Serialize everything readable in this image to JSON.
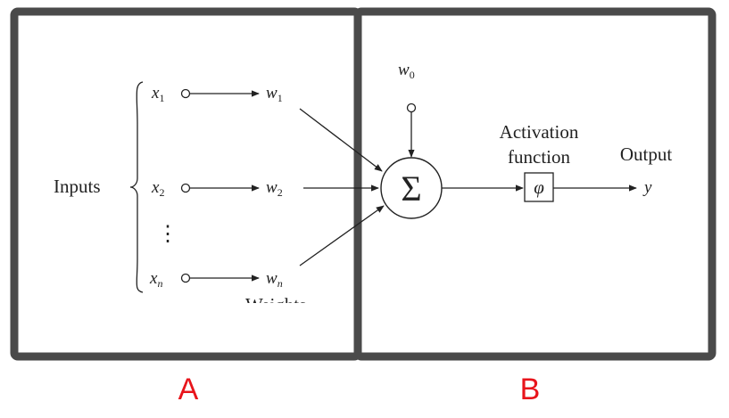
{
  "panels": [
    {
      "label": "A"
    },
    {
      "label": "B"
    }
  ],
  "diagram": {
    "inputs_label": "Inputs",
    "inputs": [
      {
        "var": "x",
        "sub": "1"
      },
      {
        "var": "x",
        "sub": "2"
      },
      {
        "var": "x",
        "sub": "n"
      }
    ],
    "weights": [
      {
        "var": "w",
        "sub": "1"
      },
      {
        "var": "w",
        "sub": "2"
      },
      {
        "var": "w",
        "sub": "n"
      }
    ],
    "ellipsis": "⋮",
    "bias": {
      "var": "w",
      "sub": "0"
    },
    "sum_symbol": "Σ",
    "activation_label_line1": "Activation",
    "activation_label_line2": "function",
    "activation_symbol": "φ",
    "output_label": "Output",
    "output_var": "y",
    "weights_label_cropped": "Weights"
  },
  "colors": {
    "frame": "#4a4a4a",
    "ink": "#222222",
    "panel_label": "#e8141b"
  }
}
